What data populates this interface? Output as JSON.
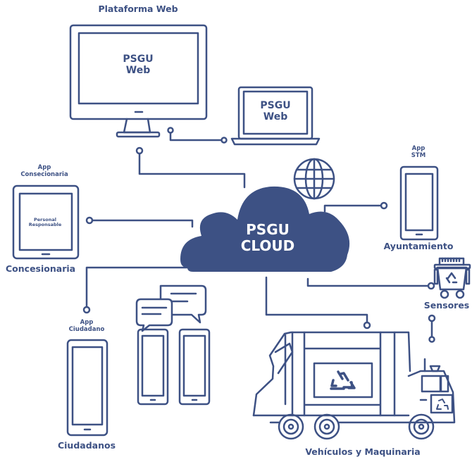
{
  "labels": {
    "plataforma_web": "Plataforma Web",
    "monitor_l1": "PSGU",
    "monitor_l2": "Web",
    "laptop_l1": "PSGU",
    "laptop_l2": "Web",
    "cloud_l1": "PSGU",
    "cloud_l2": "CLOUD",
    "app_conc_l1": "App",
    "app_conc_l2": "Consecionaria",
    "tablet_l1": "Personal",
    "tablet_l2": "Responsable",
    "concesionaria": "Concesionaria",
    "app_stm_l1": "App",
    "app_stm_l2": "STM",
    "ayuntamiento": "Ayuntamiento",
    "sensores": "Sensores",
    "app_ciud_l1": "App",
    "app_ciud_l2": "Ciudadano",
    "ciudadanos": "Ciudadanos",
    "vehiculos": "Vehículos y Maquinaria"
  },
  "colors": {
    "primary": "#3d5184",
    "background": "#ffffff"
  },
  "icons": [
    "monitor-icon",
    "laptop-icon",
    "globe-icon",
    "cloud-icon",
    "tablet-icon",
    "phone-icon",
    "chat-bubbles-icon",
    "sensor-container-icon",
    "garbage-truck-icon",
    "recycle-icon"
  ]
}
